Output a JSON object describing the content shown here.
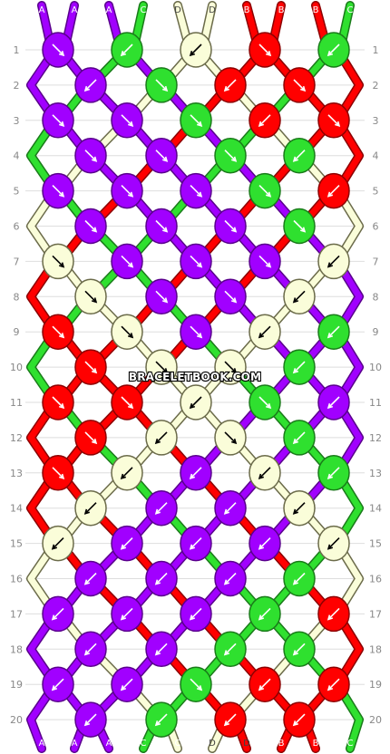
{
  "colors": {
    "A": "#a100ff",
    "B": "#ff0000",
    "C": "#2fe02f",
    "D": "#fafdd9"
  },
  "threads_top": [
    "A",
    "A",
    "A",
    "C",
    "D",
    "D",
    "B",
    "B",
    "B",
    "C"
  ],
  "threads_bottom": [
    "A",
    "A",
    "A",
    "C",
    "C",
    "D",
    "D",
    "B",
    "B",
    "C"
  ],
  "row_numbers": [
    "1",
    "2",
    "3",
    "4",
    "5",
    "6",
    "7",
    "8",
    "9",
    "10",
    "11",
    "12",
    "13",
    "14",
    "15",
    "16",
    "17",
    "18",
    "19",
    "20"
  ],
  "knots": [
    [
      [
        "A",
        "se"
      ],
      [
        "C",
        "sw"
      ],
      [
        "D",
        "sw"
      ],
      [
        "B",
        "se"
      ],
      [
        "C",
        "sw"
      ]
    ],
    [
      [
        "A",
        "sw"
      ],
      [
        "C",
        "se"
      ],
      [
        "B",
        "sw"
      ],
      [
        "B",
        "se"
      ]
    ],
    [
      [
        "A",
        "se"
      ],
      [
        "A",
        "se"
      ],
      [
        "C",
        "se"
      ],
      [
        "B",
        "sw"
      ],
      [
        "B",
        "se"
      ]
    ],
    [
      [
        "A",
        "se"
      ],
      [
        "A",
        "se"
      ],
      [
        "C",
        "se"
      ],
      [
        "C",
        "sw"
      ]
    ],
    [
      [
        "A",
        "se"
      ],
      [
        "A",
        "se"
      ],
      [
        "A",
        "se"
      ],
      [
        "C",
        "se"
      ],
      [
        "B",
        "sw"
      ]
    ],
    [
      [
        "A",
        "se"
      ],
      [
        "A",
        "se"
      ],
      [
        "A",
        "se"
      ],
      [
        "C",
        "se"
      ]
    ],
    [
      [
        "D",
        "se"
      ],
      [
        "A",
        "se"
      ],
      [
        "A",
        "se"
      ],
      [
        "A",
        "se"
      ],
      [
        "D",
        "sw"
      ]
    ],
    [
      [
        "D",
        "se"
      ],
      [
        "A",
        "se"
      ],
      [
        "A",
        "se"
      ],
      [
        "D",
        "sw"
      ]
    ],
    [
      [
        "B",
        "se"
      ],
      [
        "D",
        "se"
      ],
      [
        "A",
        "se"
      ],
      [
        "D",
        "sw"
      ],
      [
        "C",
        "sw"
      ]
    ],
    [
      [
        "B",
        "se"
      ],
      [
        "D",
        "se"
      ],
      [
        "D",
        "se"
      ],
      [
        "C",
        "sw"
      ]
    ],
    [
      [
        "B",
        "se"
      ],
      [
        "B",
        "se"
      ],
      [
        "D",
        "sw"
      ],
      [
        "C",
        "se"
      ],
      [
        "A",
        "sw"
      ]
    ],
    [
      [
        "B",
        "se"
      ],
      [
        "D",
        "sw"
      ],
      [
        "D",
        "se"
      ],
      [
        "C",
        "sw"
      ]
    ],
    [
      [
        "B",
        "se"
      ],
      [
        "D",
        "sw"
      ],
      [
        "A",
        "sw"
      ],
      [
        "D",
        "sw"
      ],
      [
        "C",
        "sw"
      ]
    ],
    [
      [
        "D",
        "sw"
      ],
      [
        "A",
        "sw"
      ],
      [
        "A",
        "sw"
      ],
      [
        "D",
        "sw"
      ]
    ],
    [
      [
        "D",
        "sw"
      ],
      [
        "A",
        "sw"
      ],
      [
        "A",
        "sw"
      ],
      [
        "A",
        "sw"
      ],
      [
        "D",
        "sw"
      ]
    ],
    [
      [
        "A",
        "sw"
      ],
      [
        "A",
        "sw"
      ],
      [
        "A",
        "sw"
      ],
      [
        "C",
        "sw"
      ]
    ],
    [
      [
        "A",
        "sw"
      ],
      [
        "A",
        "sw"
      ],
      [
        "A",
        "sw"
      ],
      [
        "C",
        "sw"
      ],
      [
        "B",
        "sw"
      ]
    ],
    [
      [
        "A",
        "sw"
      ],
      [
        "A",
        "sw"
      ],
      [
        "C",
        "sw"
      ],
      [
        "C",
        "sw"
      ]
    ],
    [
      [
        "A",
        "sw"
      ],
      [
        "A",
        "sw"
      ],
      [
        "C",
        "se"
      ],
      [
        "B",
        "sw"
      ],
      [
        "B",
        "sw"
      ]
    ],
    [
      [
        "A",
        "sw"
      ],
      [
        "C",
        "sw"
      ],
      [
        "B",
        "sw"
      ],
      [
        "B",
        "sw"
      ]
    ]
  ],
  "watermark": "BRACELETBOOK.COM"
}
